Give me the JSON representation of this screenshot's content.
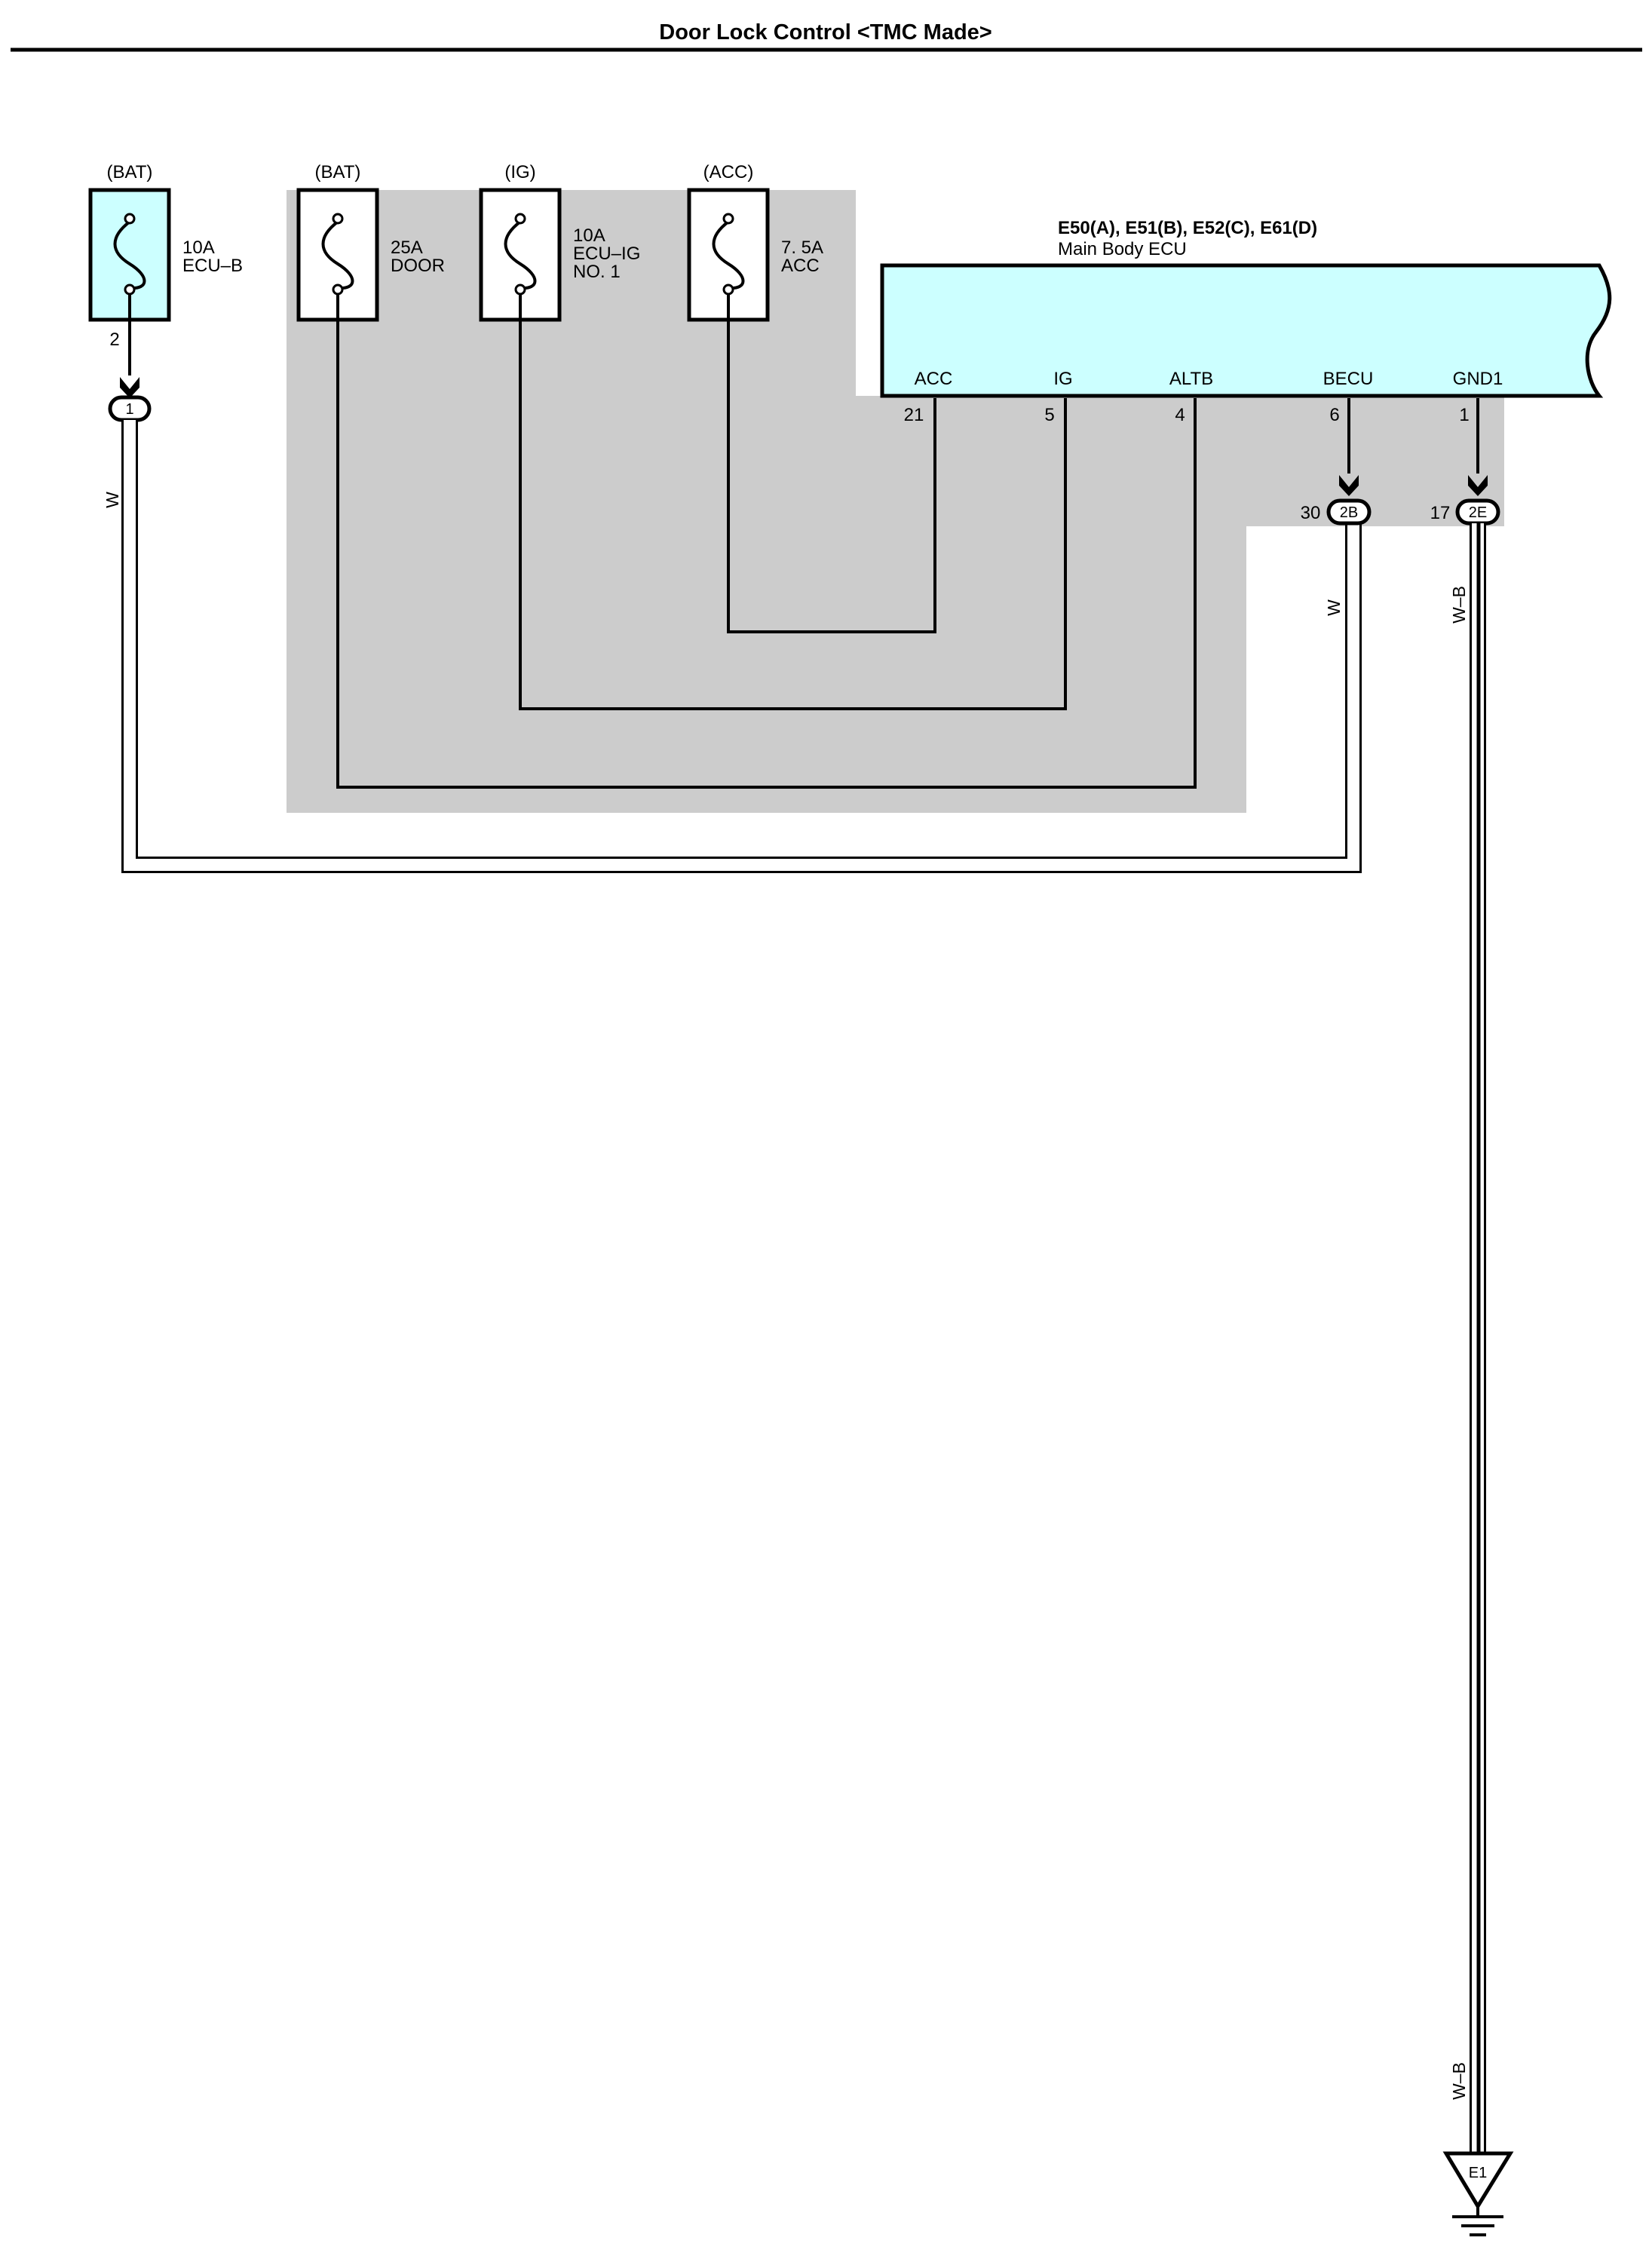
{
  "page": {
    "title": "Door Lock Control <TMC Made>"
  },
  "colors": {
    "ecu_fill": "#ccffff",
    "fuse_fill": "#ccffff",
    "shade": "#cccccc",
    "line": "#000000"
  },
  "fuses": [
    {
      "source": "(BAT)",
      "rating": "10A",
      "name_lines": [
        "ECU–B"
      ],
      "pin": "2"
    },
    {
      "source": "(BAT)",
      "rating": "25A",
      "name_lines": [
        "DOOR"
      ]
    },
    {
      "source": "(IG)",
      "rating": "10A",
      "name_lines": [
        "ECU–IG",
        "NO. 1"
      ]
    },
    {
      "source": "(ACC)",
      "rating": "7. 5A",
      "name_lines": [
        "ACC"
      ]
    }
  ],
  "ecu": {
    "connectors": "E50(A), E51(B), E52(C), E61(D)",
    "name": "Main Body ECU",
    "terminals": [
      {
        "label": "ACC",
        "pin": "21"
      },
      {
        "label": "IG",
        "pin": "5"
      },
      {
        "label": "ALTB",
        "pin": "4"
      },
      {
        "label": "BECU",
        "pin": "6"
      },
      {
        "label": "GND1",
        "pin": "1"
      }
    ]
  },
  "junctions": [
    {
      "id": "1"
    },
    {
      "id": "2B",
      "pin": "30"
    },
    {
      "id": "2E",
      "pin": "17"
    }
  ],
  "wires": {
    "fuse1": "W",
    "becu": "W",
    "gnd_upper": "W–B",
    "gnd_lower": "W–B"
  },
  "ground": {
    "id": "E1"
  }
}
